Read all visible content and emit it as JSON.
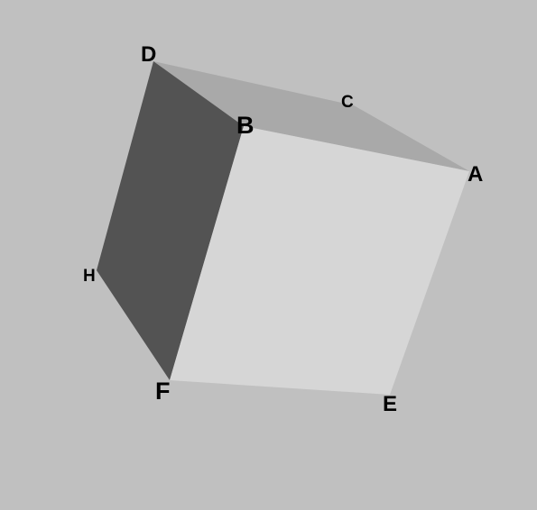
{
  "diagram": {
    "background_color": "#c0c0c0",
    "faces": {
      "front": {
        "vertices": [
          "B",
          "A",
          "E",
          "F"
        ],
        "color": "#d6d6d6"
      },
      "left": {
        "vertices": [
          "D",
          "B",
          "F",
          "H"
        ],
        "color": "#535353"
      },
      "top": {
        "vertices": [
          "D",
          "C",
          "A",
          "B"
        ],
        "color": "#a9a9a9"
      }
    },
    "vertex_labels": {
      "A": "A",
      "B": "B",
      "C": "C",
      "D": "D",
      "E": "E",
      "F": "F",
      "H": "H"
    }
  }
}
